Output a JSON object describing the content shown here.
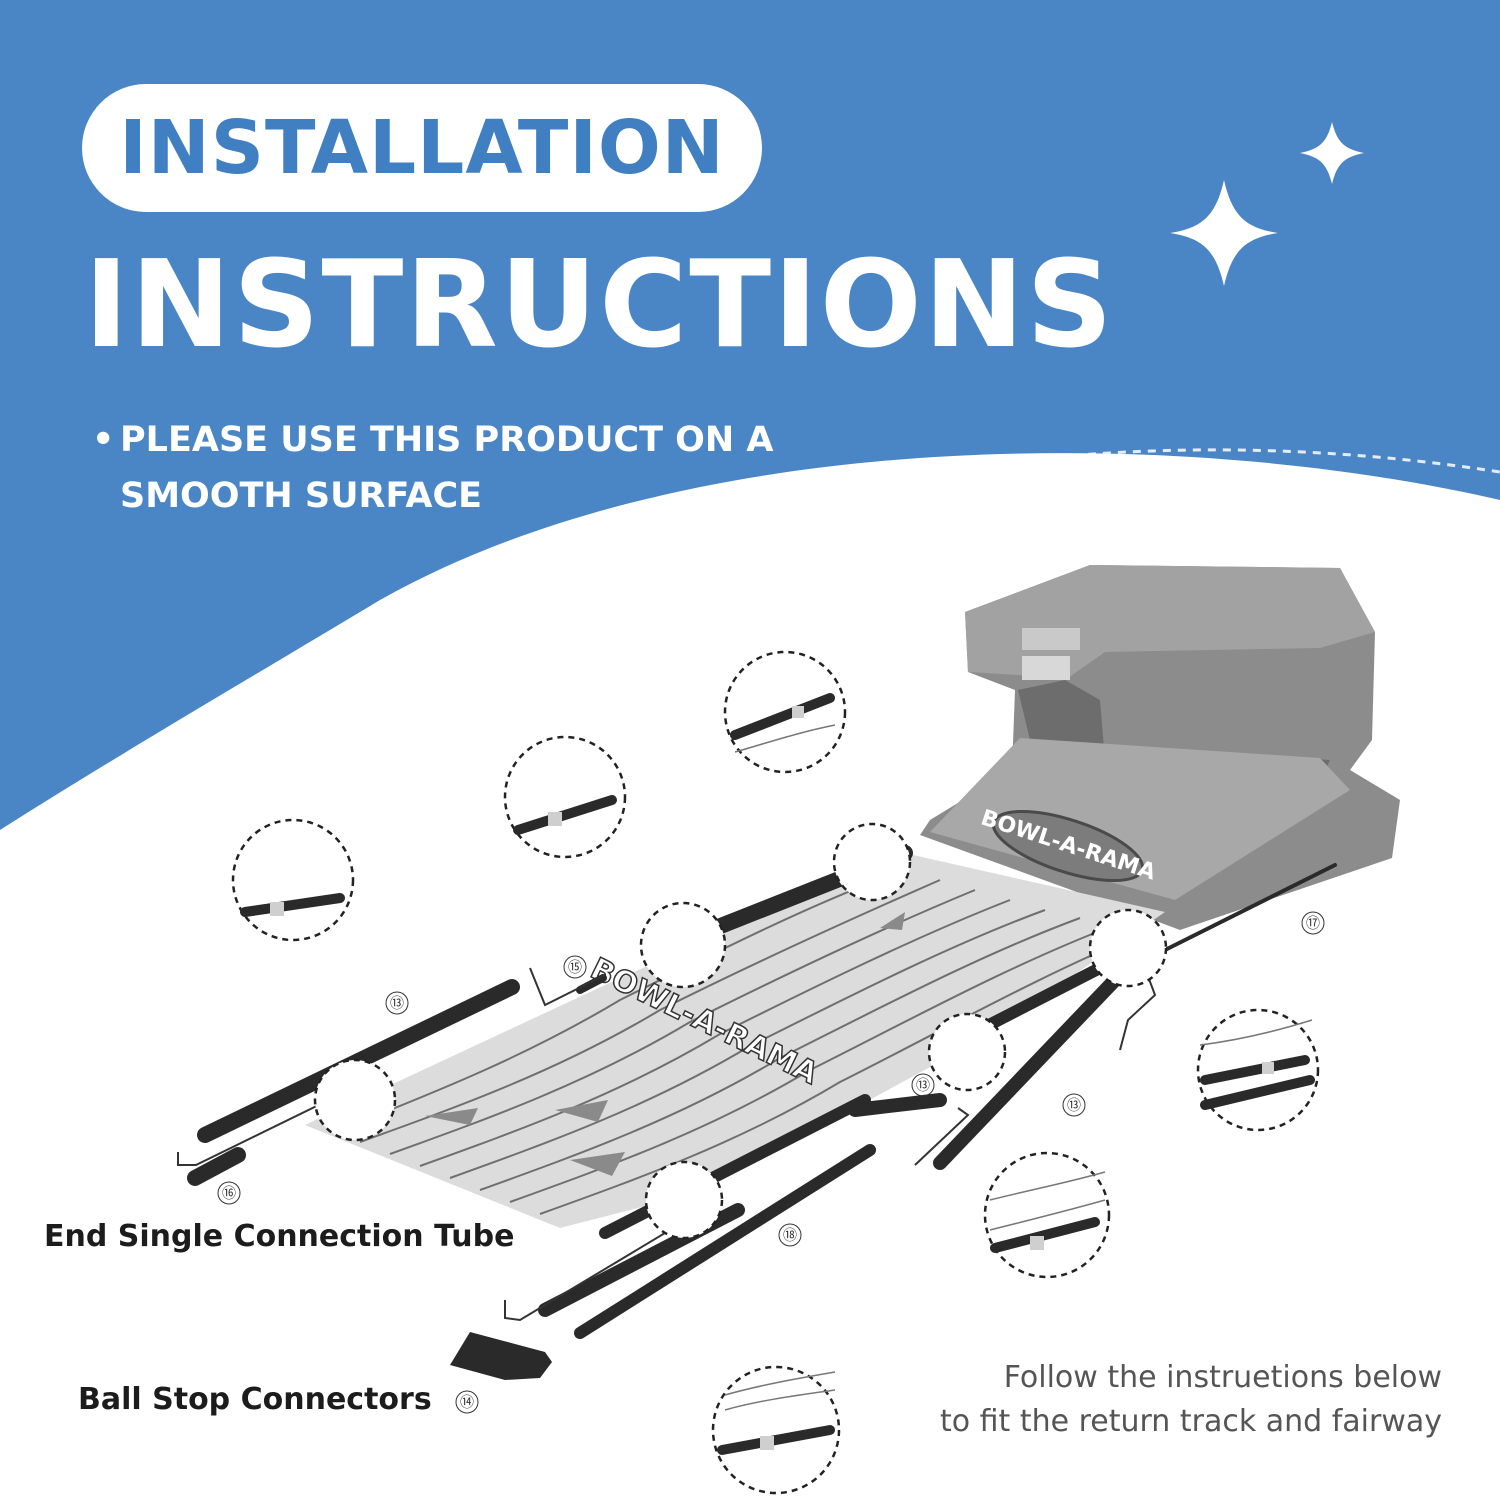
{
  "header": {
    "pill_title": "INSTALLATION",
    "headline": "INSTRUCTIONS",
    "note_bullet": "•",
    "note_line1": "PLEASE USE THIS PRODUCT ON A",
    "note_line2": "SMOOTH SURFACE"
  },
  "labels": {
    "end_tube": "End Single Connection Tube",
    "ball_stop": "Ball Stop Connectors"
  },
  "caption": {
    "line1": "Follow the instruetions below",
    "line2": "to fit the return track and fairway"
  },
  "part_numbers": [
    "⑮",
    "⑬",
    "⑯",
    "⑬",
    "⑬",
    "⑰",
    "⑱",
    "⑭"
  ],
  "lane_logo": "BOWL-A-RAMA",
  "colors": {
    "banner_blue": "#4a86c5",
    "pill_text": "#3f7fc2",
    "lane_gray": "#d6d6d6",
    "machine_gray": "#8c8c8c",
    "tube_dark": "#2a2a2a"
  },
  "icons": [
    "sparkle-large-icon",
    "sparkle-small-icon"
  ]
}
